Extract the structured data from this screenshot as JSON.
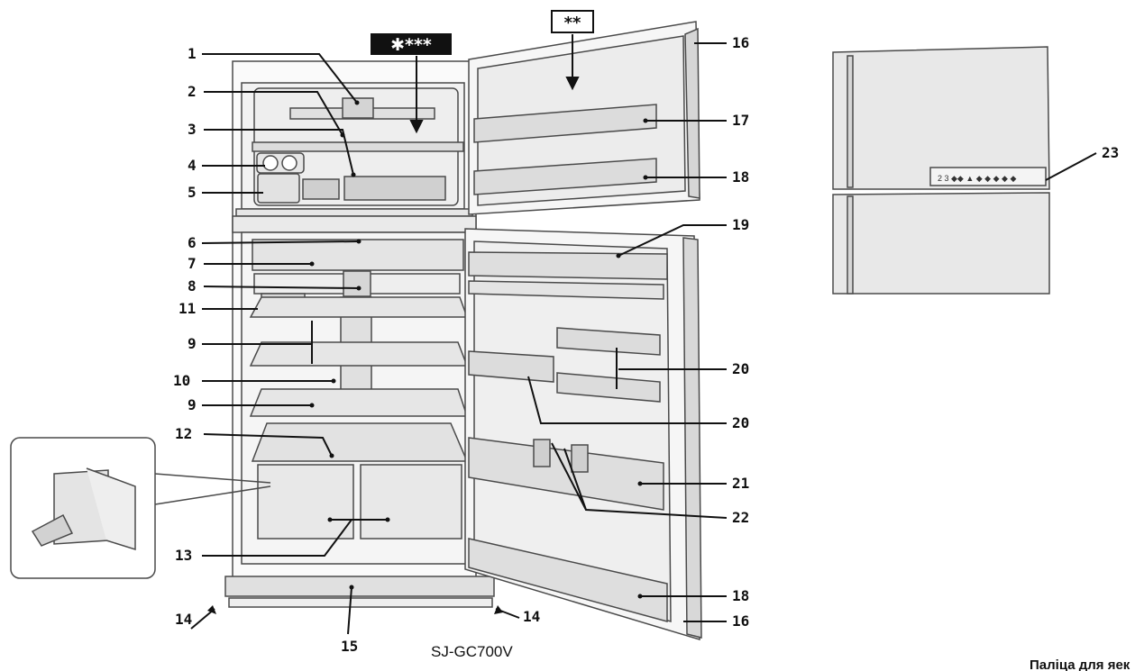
{
  "diagram": {
    "caption": "SJ-GC700V",
    "corner_text": "Паліца для яек",
    "callouts": [
      "1",
      "2",
      "3",
      "4",
      "5",
      "6",
      "7",
      "8",
      "11",
      "9",
      "10",
      "9",
      "12",
      "13",
      "14",
      "15",
      "14",
      "16",
      "17",
      "18",
      "19",
      "20",
      "20",
      "21",
      "22",
      "18",
      "16",
      "23"
    ],
    "freezer_rating": "✱***",
    "door_rating": "**",
    "control_panel": "2 3 ◆◆ ▲ ◆ ◆ ◆ ◆ ◆"
  },
  "colors": {
    "outline": "#4a4a4a",
    "fill_light": "#e8e8e8",
    "fill_mid": "#d9d9d9",
    "text": "#111111",
    "badge": "#111111"
  }
}
